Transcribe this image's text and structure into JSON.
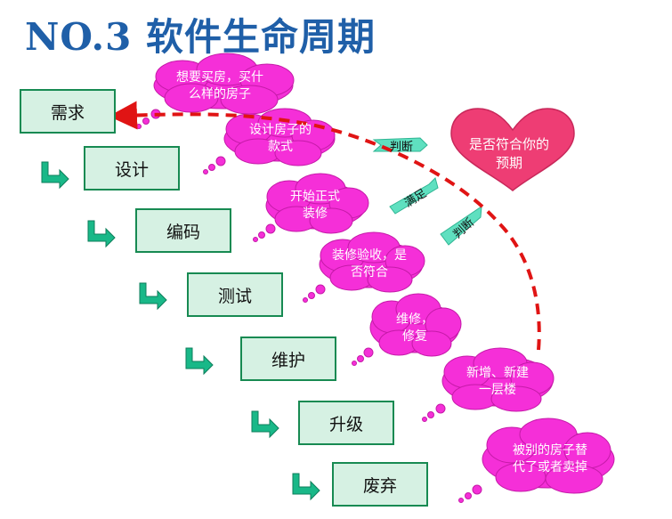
{
  "title": "NO.3 软件生命周期",
  "stages": [
    "需求",
    "设计",
    "编码",
    "测试",
    "维护",
    "升级",
    "废弃"
  ],
  "clouds": [
    "想要买房，买什么样的房子",
    "设计房子的款式",
    "开始正式装修",
    "装修验收，是否符合",
    "维修，修复",
    "新增、新建一层楼",
    "被别的房子替代了或者卖掉"
  ],
  "heart": "是否符合你的预期",
  "arrow_labels": [
    "判断",
    "满足",
    "判断"
  ],
  "colors": {
    "title": "#1f5fa8",
    "stage_fill": "#d6f1e3",
    "stage_border": "#178a52",
    "step_arrow": "#19b888",
    "cloud": "#f52fd8",
    "heart": "#ee3d74",
    "dashed_arrow": "#e01414",
    "label_arrow": "#5fe0c0"
  }
}
